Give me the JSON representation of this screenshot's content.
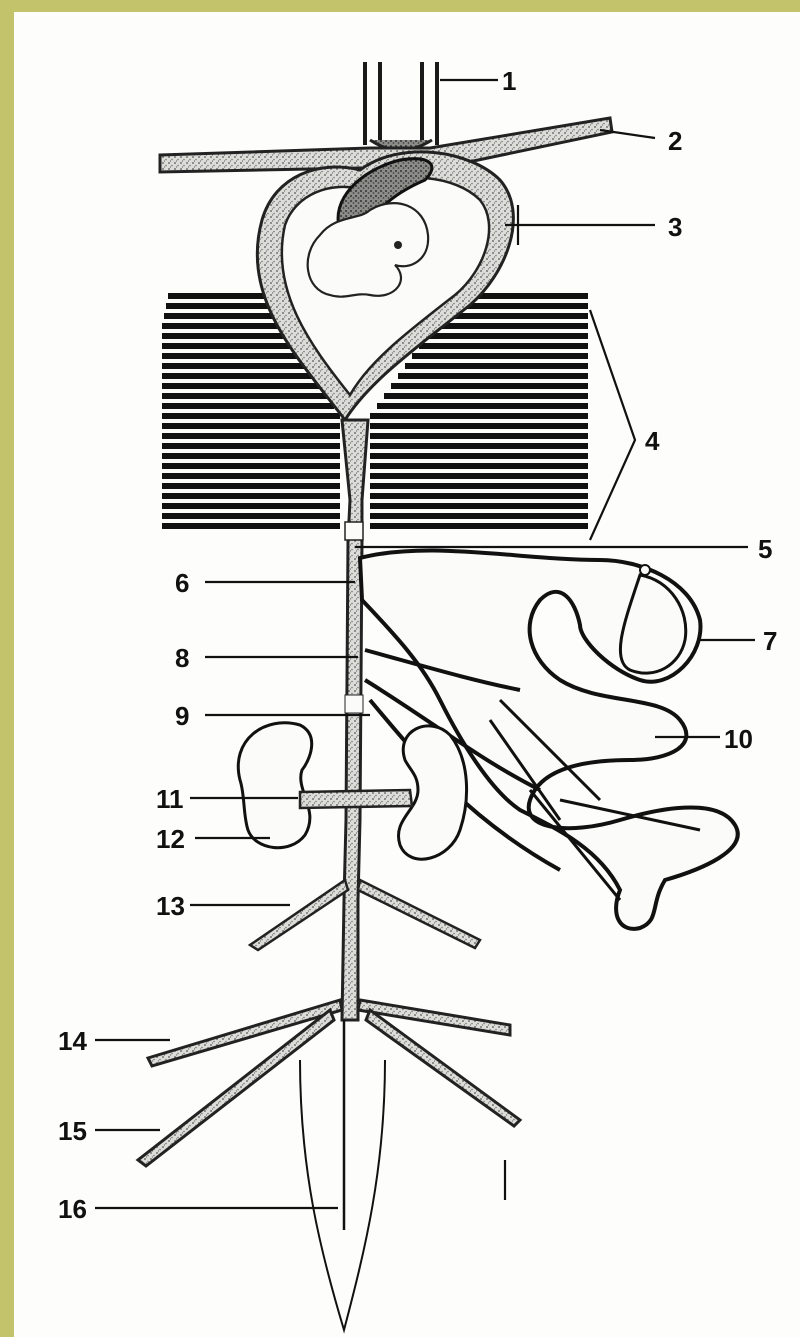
{
  "diagram": {
    "labels": [
      {
        "id": "1",
        "text": "1"
      },
      {
        "id": "2",
        "text": "2"
      },
      {
        "id": "3",
        "text": "3"
      },
      {
        "id": "4",
        "text": "4"
      },
      {
        "id": "5",
        "text": "5"
      },
      {
        "id": "6",
        "text": "6"
      },
      {
        "id": "7",
        "text": "7"
      },
      {
        "id": "8",
        "text": "8"
      },
      {
        "id": "9",
        "text": "9"
      },
      {
        "id": "10",
        "text": "10"
      },
      {
        "id": "11",
        "text": "11"
      },
      {
        "id": "12",
        "text": "12"
      },
      {
        "id": "13",
        "text": "13"
      },
      {
        "id": "14",
        "text": "14"
      },
      {
        "id": "15",
        "text": "15"
      },
      {
        "id": "16",
        "text": "16"
      }
    ],
    "colors": {
      "border": "#c3c36b",
      "paper": "#fdfdfb",
      "ink": "#1a1a1a",
      "stipple": "#8a8a8a",
      "vessel_fill": "#e9e9e6"
    }
  }
}
